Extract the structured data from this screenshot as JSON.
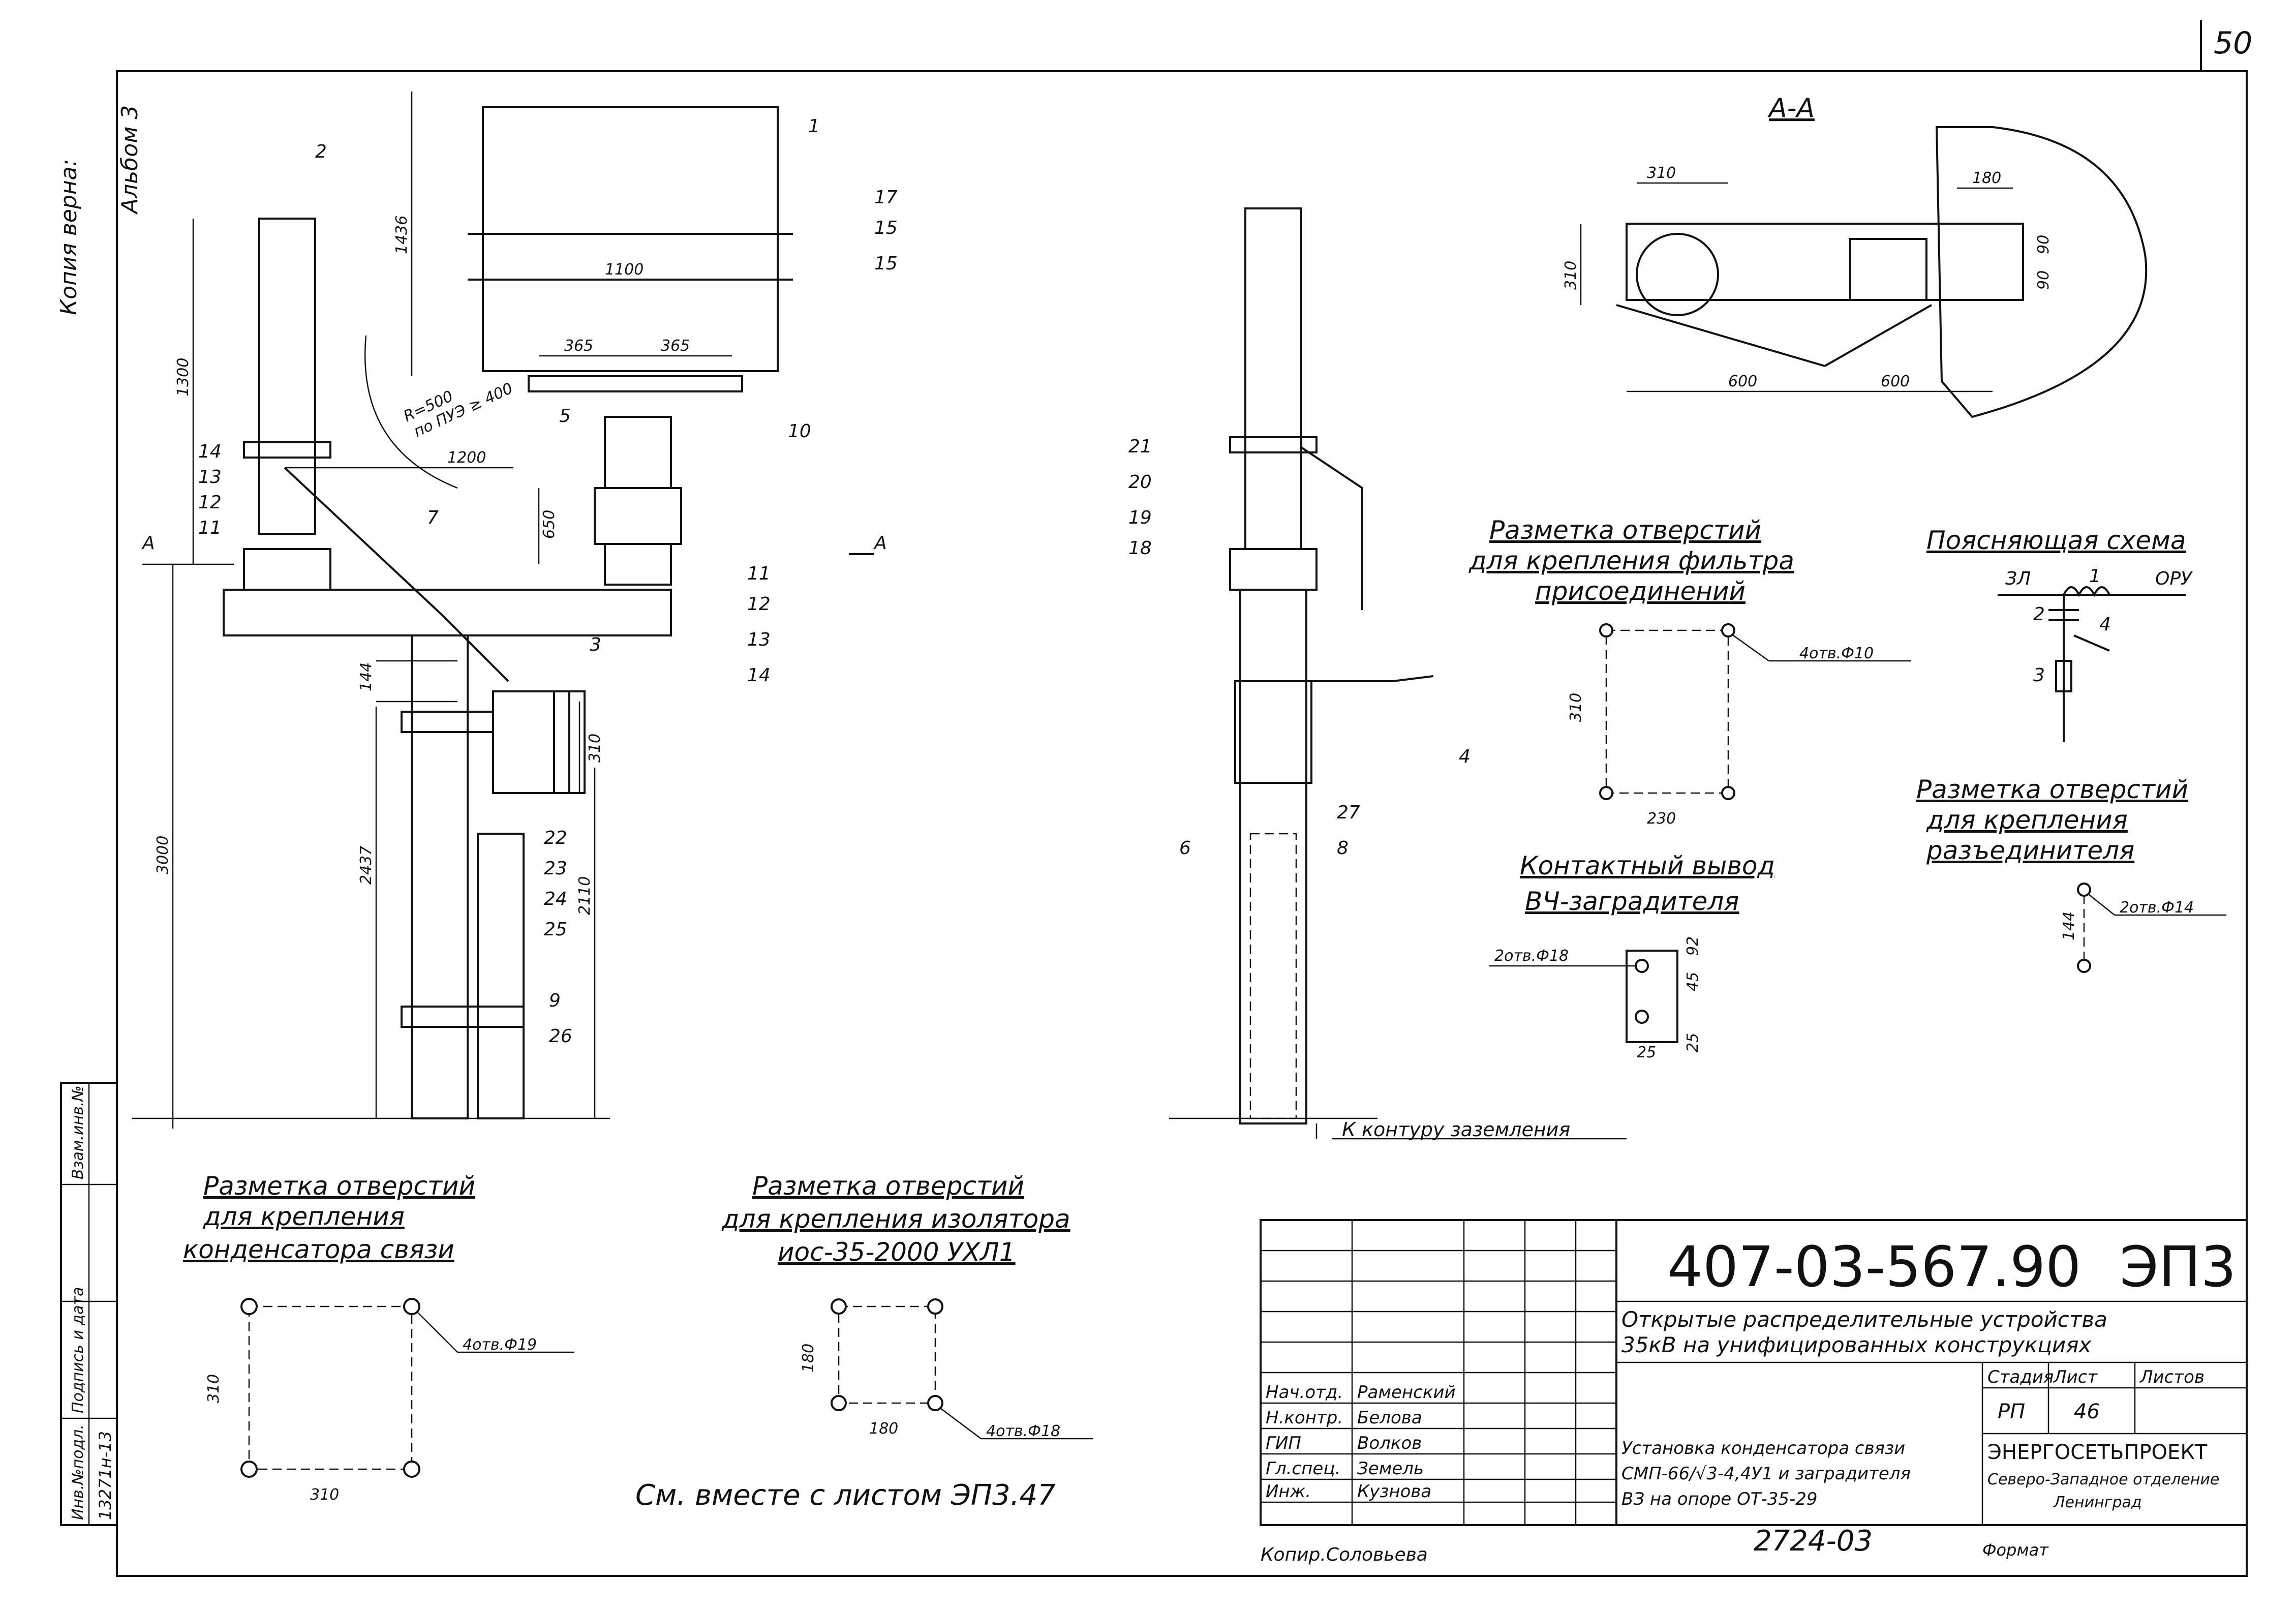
{
  "sheet": {
    "page_number": "50",
    "side_note_1": "Копия верна:",
    "side_note_2": "Альбом 3"
  },
  "section_aa": {
    "label": "А-А",
    "dims": [
      "310",
      "180",
      "310",
      "90",
      "90",
      "600",
      "600"
    ]
  },
  "left_view": {
    "dims": [
      "1436",
      "1100",
      "365",
      "365",
      "R=500",
      "по ПУЭ ≥ 400",
      "1300",
      "1200",
      "650",
      "144",
      "310",
      "2437",
      "3000",
      "2110"
    ],
    "marks": [
      "1",
      "2",
      "3",
      "5",
      "7",
      "9",
      "10",
      "11",
      "12",
      "13",
      "14",
      "15",
      "15",
      "17",
      "22",
      "23",
      "24",
      "25",
      "26"
    ],
    "section_letter": "А"
  },
  "side_view": {
    "marks": [
      "21",
      "20",
      "19",
      "18",
      "6",
      "4",
      "27",
      "8"
    ],
    "ground_note": "К контуру заземления"
  },
  "holes_filter": {
    "title_l1": "Разметка отверстий",
    "title_l2": "для крепления фильтра",
    "title_l3": "присоединений",
    "note": "4отв.Ф10",
    "dims": [
      "310",
      "230"
    ]
  },
  "contact": {
    "title_l1": "Контактный вывод",
    "title_l2": "ВЧ-заградителя",
    "note": "2отв.Ф18",
    "dims": [
      "25",
      "45",
      "92",
      "25"
    ]
  },
  "scheme": {
    "title": "Поясняющая схема",
    "labels": [
      "ЗЛ",
      "1",
      "ОРУ",
      "2",
      "3",
      "4"
    ]
  },
  "holes_disconnector": {
    "title_l1": "Разметка отверстий",
    "title_l2": "для крепления",
    "title_l3": "разъединителя",
    "note": "2отв.Ф14",
    "dim": "144"
  },
  "holes_capacitor": {
    "title_l1": "Разметка отверстий",
    "title_l2": "для крепления",
    "title_l3": "конденсатора связи",
    "note": "4отв.Ф19",
    "dims": [
      "310",
      "310"
    ]
  },
  "holes_insulator": {
    "title_l1": "Разметка отверстий",
    "title_l2": "для крепления изолятора",
    "title_l3": "иос-35-2000 УХЛ1",
    "note": "4отв.Ф18",
    "dims": [
      "180",
      "180"
    ]
  },
  "see_also": "См. вместе с листом ЭП3.47",
  "left_stamp": [
    "Инв.№подл.",
    "Подпись и дата",
    "Взам.инв.№",
    "13271н-13"
  ],
  "title_block": {
    "code": "407-03-567.90",
    "sheet_code": "ЭП3",
    "project_l1": "Открытые распределительные устройства",
    "project_l2": "35кВ на унифицированных конструкциях",
    "roles": [
      {
        "role": "Нач.отд.",
        "name": "Раменский"
      },
      {
        "role": "Н.контр.",
        "name": "Белова"
      },
      {
        "role": "ГИП",
        "name": "Волков"
      },
      {
        "role": "Гл.спец.",
        "name": "Земель"
      },
      {
        "role": "Инж.",
        "name": "Кузнова"
      }
    ],
    "stage_hdr": "Стадия",
    "sheet_hdr": "Лист",
    "sheets_hdr": "Листов",
    "stage": "РП",
    "sheet": "46",
    "drawing_l1": "Установка конденсатора связи",
    "drawing_l2": "СМП-66/√3-4,4У1 и заградителя",
    "drawing_l3": "ВЗ на опоре ОТ-35-29",
    "org_l1": "ЭНЕРГОСЕТЬПРОЕКТ",
    "org_l2": "Северо-Западное отделение",
    "org_l3": "Ленинград"
  },
  "bottom": {
    "copied": "Копир.Соловьева",
    "number": "2724-03",
    "format": "Формат"
  }
}
